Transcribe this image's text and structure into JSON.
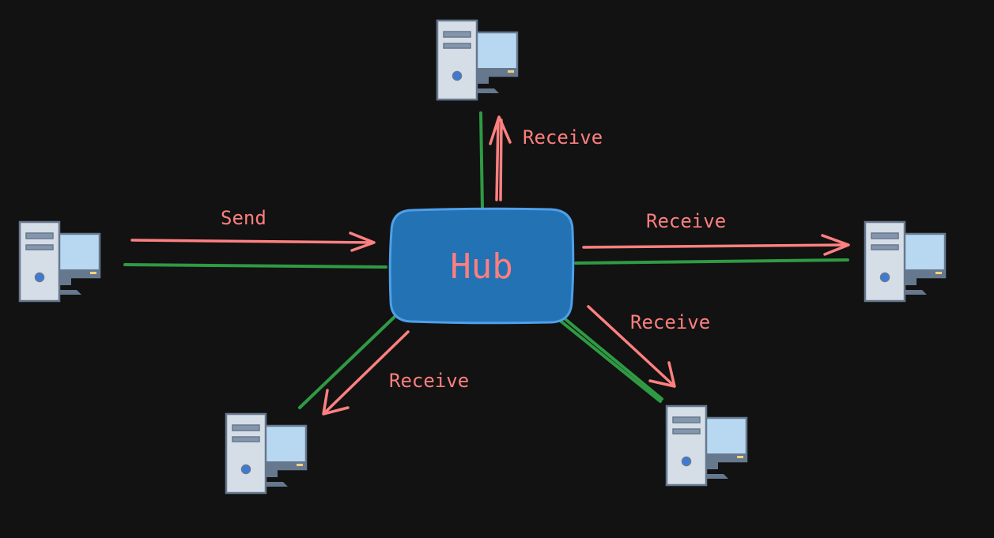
{
  "colors": {
    "background": "#121212",
    "hub_fill": "#2272b4",
    "hub_stroke": "#4f9fe8",
    "label": "#ff7f7f",
    "arrow": "#ff8080",
    "cable": "#2f9a44",
    "pc_body": "#d5dde6",
    "pc_outline": "#66788e",
    "pc_screen": "#b8d8f2",
    "pc_led": "#3d7ad8"
  },
  "hub": {
    "label": "Hub"
  },
  "computers": [
    {
      "id": "pc-left",
      "role": "sender"
    },
    {
      "id": "pc-top",
      "role": "receiver"
    },
    {
      "id": "pc-right",
      "role": "receiver"
    },
    {
      "id": "pc-bottom-left",
      "role": "receiver"
    },
    {
      "id": "pc-bottom-right",
      "role": "receiver"
    }
  ],
  "labels": {
    "send": "Send",
    "receive_top": "Receive",
    "receive_right": "Receive",
    "receive_bottom_right": "Receive",
    "receive_bottom_left": "Receive"
  }
}
